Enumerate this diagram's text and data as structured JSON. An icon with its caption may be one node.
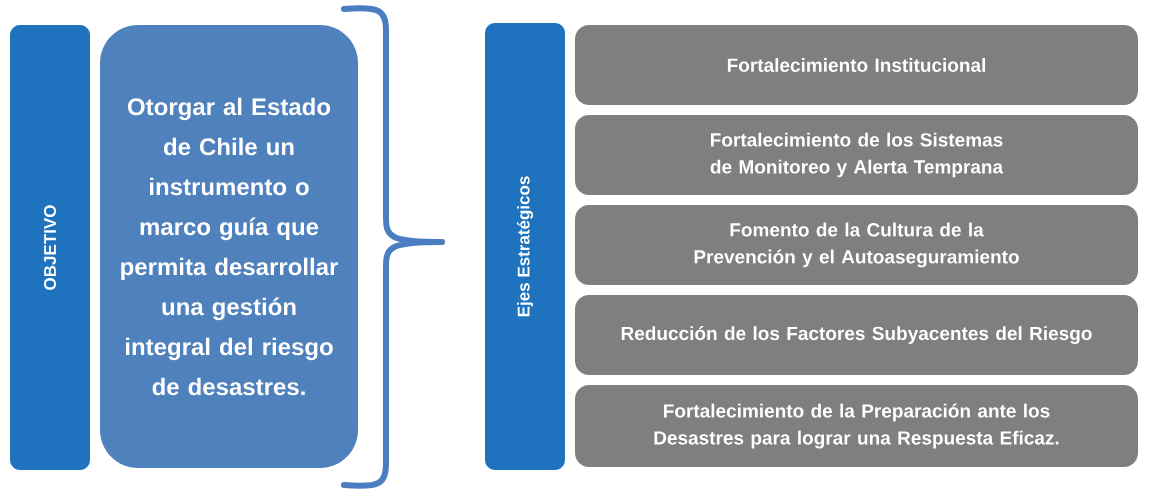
{
  "diagram": {
    "nodes": [
      {
        "text": [
          "OBJETIVO"
        ]
      },
      {
        "text": [
          "Otorgar al Estado de Chile un instrumento o marco guía que permita desarrollar una gestión integral del riesgo de desastres."
        ]
      },
      {
        "text": [
          "Ejes Estratégicos"
        ]
      },
      {
        "text": [
          "Fortalecimiento Institucional"
        ]
      },
      {
        "text": [
          "Fortalecimiento de los Sistemas de Monitoreo y Alerta Temprana"
        ]
      },
      {
        "text": [
          "Fomento de la Cultura de la Prevención y el Autoaseguramiento"
        ]
      },
      {
        "text": [
          "Reducción de los Factores Subyacentes del Riesgo"
        ]
      },
      {
        "text": [
          "Fortalecimiento de la Preparación ante los Desastres para lograr una Respuesta Eficaz."
        ]
      }
    ]
  }
}
